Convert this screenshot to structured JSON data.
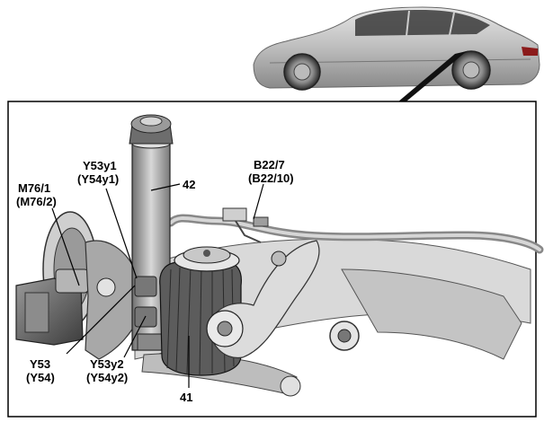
{
  "labels": {
    "m76_1": "M76/1",
    "m76_2": "(M76/2)",
    "y53y1": "Y53y1",
    "y54y1": "(Y54y1)",
    "n42": "42",
    "b22_7": "B22/7",
    "b22_10": "(B22/10)",
    "y53": "Y53",
    "y54": "(Y54)",
    "y53y2": "Y53y2",
    "y54y2": "(Y54y2)",
    "n41": "41"
  }
}
